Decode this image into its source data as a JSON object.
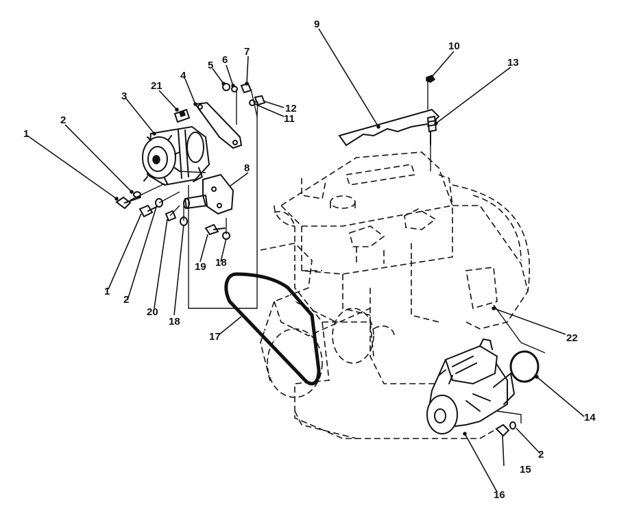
{
  "diagram": {
    "callouts": [
      {
        "id": "c1a",
        "text": "1"
      },
      {
        "id": "c2a",
        "text": "2"
      },
      {
        "id": "c3",
        "text": "3"
      },
      {
        "id": "c21",
        "text": "21"
      },
      {
        "id": "c4",
        "text": "4"
      },
      {
        "id": "c5",
        "text": "5"
      },
      {
        "id": "c6",
        "text": "6"
      },
      {
        "id": "c7",
        "text": "7"
      },
      {
        "id": "c12",
        "text": "12"
      },
      {
        "id": "c11",
        "text": "11"
      },
      {
        "id": "c8",
        "text": "8"
      },
      {
        "id": "c9",
        "text": "9"
      },
      {
        "id": "c10",
        "text": "10"
      },
      {
        "id": "c13",
        "text": "13"
      },
      {
        "id": "c1b",
        "text": "1"
      },
      {
        "id": "c2b",
        "text": "2"
      },
      {
        "id": "c20",
        "text": "20"
      },
      {
        "id": "c18a",
        "text": "18"
      },
      {
        "id": "c19",
        "text": "19"
      },
      {
        "id": "c18b",
        "text": "18"
      },
      {
        "id": "c17",
        "text": "17"
      },
      {
        "id": "c22",
        "text": "22"
      },
      {
        "id": "c14",
        "text": "14"
      },
      {
        "id": "c2c",
        "text": "2"
      },
      {
        "id": "c15",
        "text": "15"
      },
      {
        "id": "c16",
        "text": "16"
      }
    ]
  }
}
